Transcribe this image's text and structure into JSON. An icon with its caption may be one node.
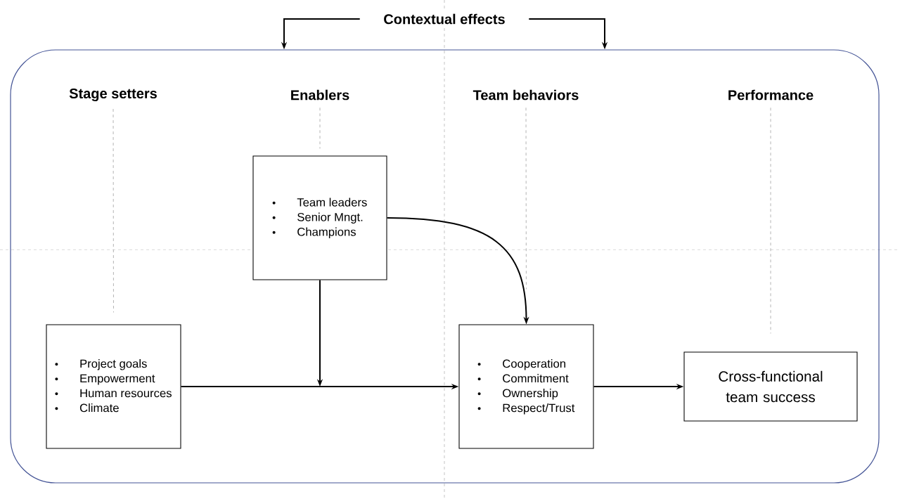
{
  "diagram": {
    "nodes": [
      {
        "text": [
          "Contextual effects"
        ]
      },
      {
        "text": [],
        "shape": "box"
      },
      {
        "text": [
          "Stage setters"
        ],
        "in": 1
      },
      {
        "text": [
          "Enablers"
        ],
        "in": 1
      },
      {
        "text": [
          "Team behaviors"
        ],
        "in": 1
      },
      {
        "text": [
          "Performance"
        ],
        "in": 1
      },
      {
        "text": [
          "Team leaders",
          "Senior Mngt.",
          "Champions"
        ],
        "in": 1
      },
      {
        "text": [
          "Project goals",
          "Empowerment",
          "Human resources",
          "Climate"
        ],
        "in": 1
      },
      {
        "text": [
          "Cooperation",
          "Commitment",
          "Ownership",
          "Respect/Trust"
        ],
        "in": 1
      },
      {
        "text": [
          "Cross-functional team success"
        ],
        "in": 1
      }
    ],
    "edges": [
      {
        "from": 0,
        "to": 1,
        "arrow": "to"
      },
      {
        "from": 0,
        "to": 1,
        "arrow": "to"
      },
      {
        "from": 7,
        "to": 8,
        "arrow": "to"
      },
      {
        "from": 6,
        "to": null,
        "arrow": "to"
      },
      {
        "from": 6,
        "to": 8,
        "arrow": "to"
      },
      {
        "from": 8,
        "to": 9,
        "arrow": "to"
      },
      {
        "from": 2,
        "to": 7,
        "arrow": "none",
        "style": "dashed",
        "color": "#8c8c8c"
      },
      {
        "from": 3,
        "to": 6,
        "arrow": "none",
        "style": "dashed",
        "color": "#8c8c8c"
      },
      {
        "from": 4,
        "to": 8,
        "arrow": "none",
        "style": "dashed",
        "color": "#8c8c8c"
      },
      {
        "from": 5,
        "to": 9,
        "arrow": "none",
        "style": "dashed",
        "color": "#8c8c8c"
      }
    ]
  }
}
